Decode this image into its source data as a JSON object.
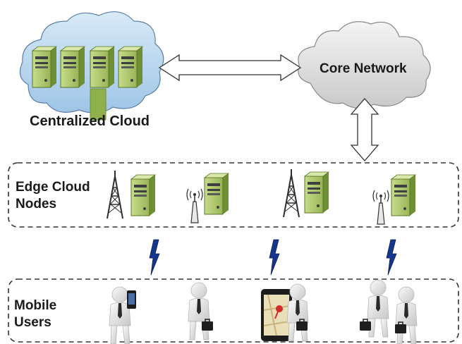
{
  "centralized_cloud": {
    "label": "Centralized Cloud"
  },
  "core_network": {
    "label": "Core Network"
  },
  "edge_cloud": {
    "label_line1": "Edge Cloud",
    "label_line2": "Nodes"
  },
  "mobile_users": {
    "label_line1": "Mobile",
    "label_line2": "Users"
  },
  "colors": {
    "server_body": "#a9c46a",
    "server_dark": "#6f8f35",
    "cloud_blue": "#bcd9ef",
    "cloud_gray": "#dcdcdc",
    "lightning": "#16358c",
    "box_border": "#333333"
  },
  "icons": [
    "server-icon",
    "cell-tower-icon",
    "antenna-icon",
    "lightning-icon",
    "person-icon",
    "smartphone-icon",
    "map-pin-icon",
    "briefcase-icon"
  ]
}
